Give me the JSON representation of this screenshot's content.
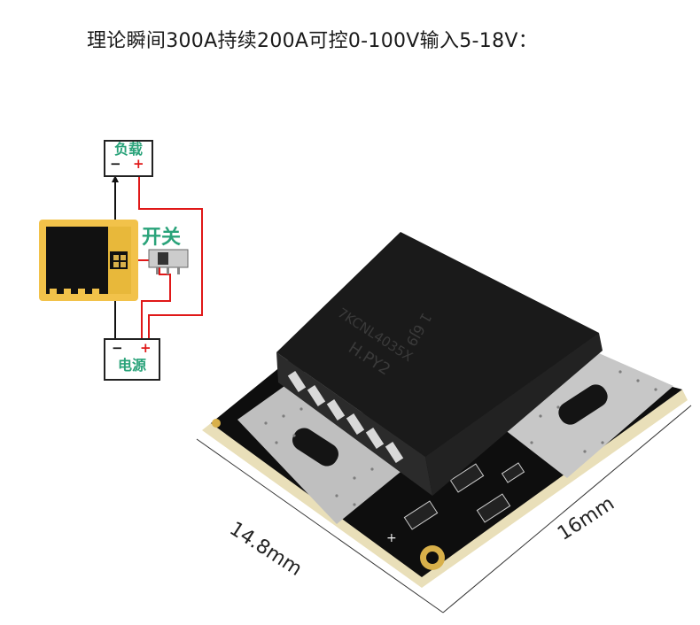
{
  "headline": "理论瞬间300A持续200A可控0-100V输入5-18V：",
  "diagram": {
    "load_label": "负载",
    "source_label": "电源",
    "switch_label": "开关",
    "minus": "−",
    "plus": "+"
  },
  "dimensions": {
    "width": "14.8mm",
    "depth": "16mm"
  },
  "chip_marking": {
    "line1": "7KCNL4035X",
    "line2": "H.PY2",
    "line3": "1 6J9"
  },
  "colors": {
    "label_green": "#2aa37a",
    "wire_red": "#e01818",
    "pcb_black": "#0e0e0e",
    "gold": "#d8b04a"
  }
}
